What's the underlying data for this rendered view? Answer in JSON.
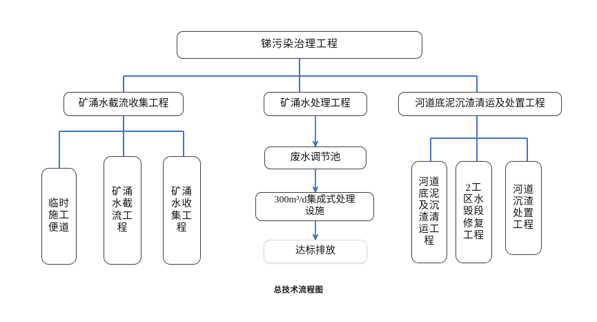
{
  "diagram": {
    "caption": "总技术流程图",
    "colors": {
      "connector_blue": "#4472C4",
      "box_border": "#3f3f3f",
      "soft_box_border": "#d8d8d8",
      "background": "#ffffff",
      "text": "#111111"
    },
    "root": {
      "label": "锑污染治理工程"
    },
    "branches": [
      {
        "label": "矿涌水截流收集工程",
        "children": [
          {
            "label": "临时\n施工\n便道"
          },
          {
            "label": "矿涌\n水截\n流工\n程"
          },
          {
            "label": "矿涌\n水收\n集工\n程"
          }
        ]
      },
      {
        "label": "矿涌水处理工程",
        "children": [
          {
            "label": "废水调节池"
          },
          {
            "label": "300m³/d集成式处理\n设施"
          },
          {
            "label": "达标排放"
          }
        ]
      },
      {
        "label": "河道底泥沉渣清运及处置工程",
        "children": [
          {
            "label": "河道\n底泥\n及沉\n渣清\n运工\n程"
          },
          {
            "label": "2工\n区水\n毁段\n修复\n工程"
          },
          {
            "label": "河道\n沉渣\n处置\n工程"
          }
        ]
      }
    ],
    "icons": {
      "arrow_down": "arrow-down-icon",
      "connector": "tree-connector-icon"
    }
  }
}
